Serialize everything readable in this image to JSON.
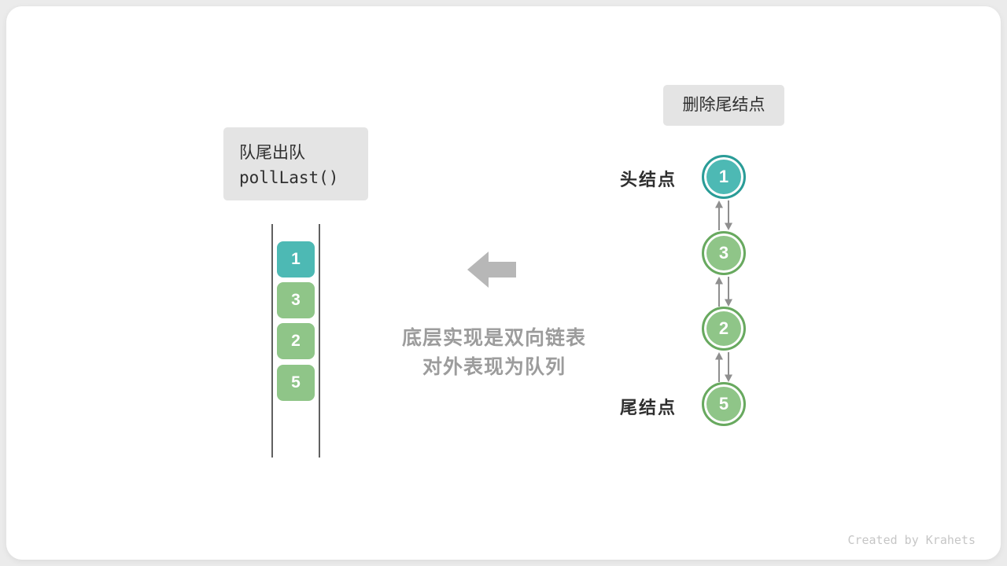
{
  "colors": {
    "page_bg": "#ebebeb",
    "card_bg": "#ffffff",
    "label_bg": "#e4e4e4",
    "text_dark": "#2f2f2f",
    "teal_fill": "#4db9b4",
    "teal_border": "#2a9c97",
    "green_fill": "#8fc588",
    "green_border": "#68a95f",
    "arrow_gray": "#b7b7b7",
    "link_arrow_gray": "#8f8f8f",
    "caption_gray": "#9c9c9c",
    "wall_gray": "#606060",
    "credit_gray": "#c6c6c6"
  },
  "labels": {
    "delete_tail": "删除尾结点",
    "op_line1": "队尾出队",
    "op_line2": "pollLast()",
    "head": "头结点",
    "tail": "尾结点",
    "caption_line1": "底层实现是双向链表",
    "caption_line2": "对外表现为队列",
    "credit": "Created by Krahets"
  },
  "queue": {
    "items": [
      {
        "value": "1",
        "color": "teal"
      },
      {
        "value": "3",
        "color": "green"
      },
      {
        "value": "2",
        "color": "green"
      },
      {
        "value": "5",
        "color": "green"
      }
    ]
  },
  "linked_list": {
    "nodes": [
      {
        "value": "1",
        "color": "teal"
      },
      {
        "value": "3",
        "color": "green"
      },
      {
        "value": "2",
        "color": "green"
      },
      {
        "value": "5",
        "color": "green"
      }
    ]
  }
}
